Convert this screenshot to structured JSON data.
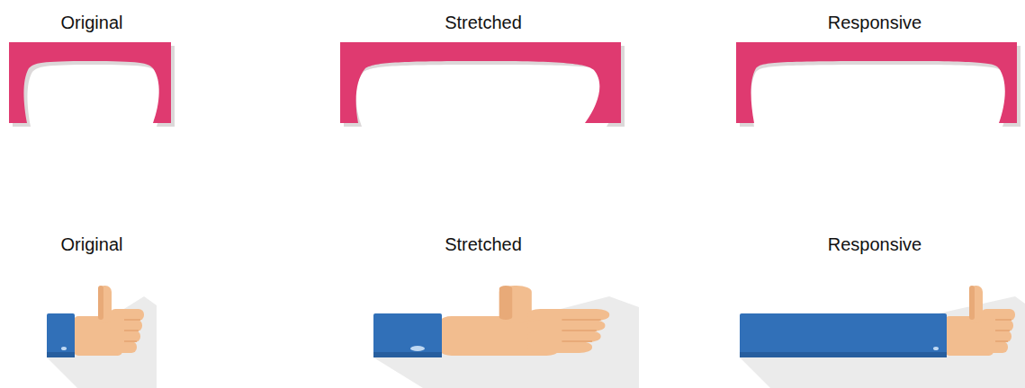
{
  "diagram": {
    "labels": [
      "Original",
      "Stretched",
      "Responsive",
      "Original",
      "Stretched",
      "Responsive"
    ]
  }
}
